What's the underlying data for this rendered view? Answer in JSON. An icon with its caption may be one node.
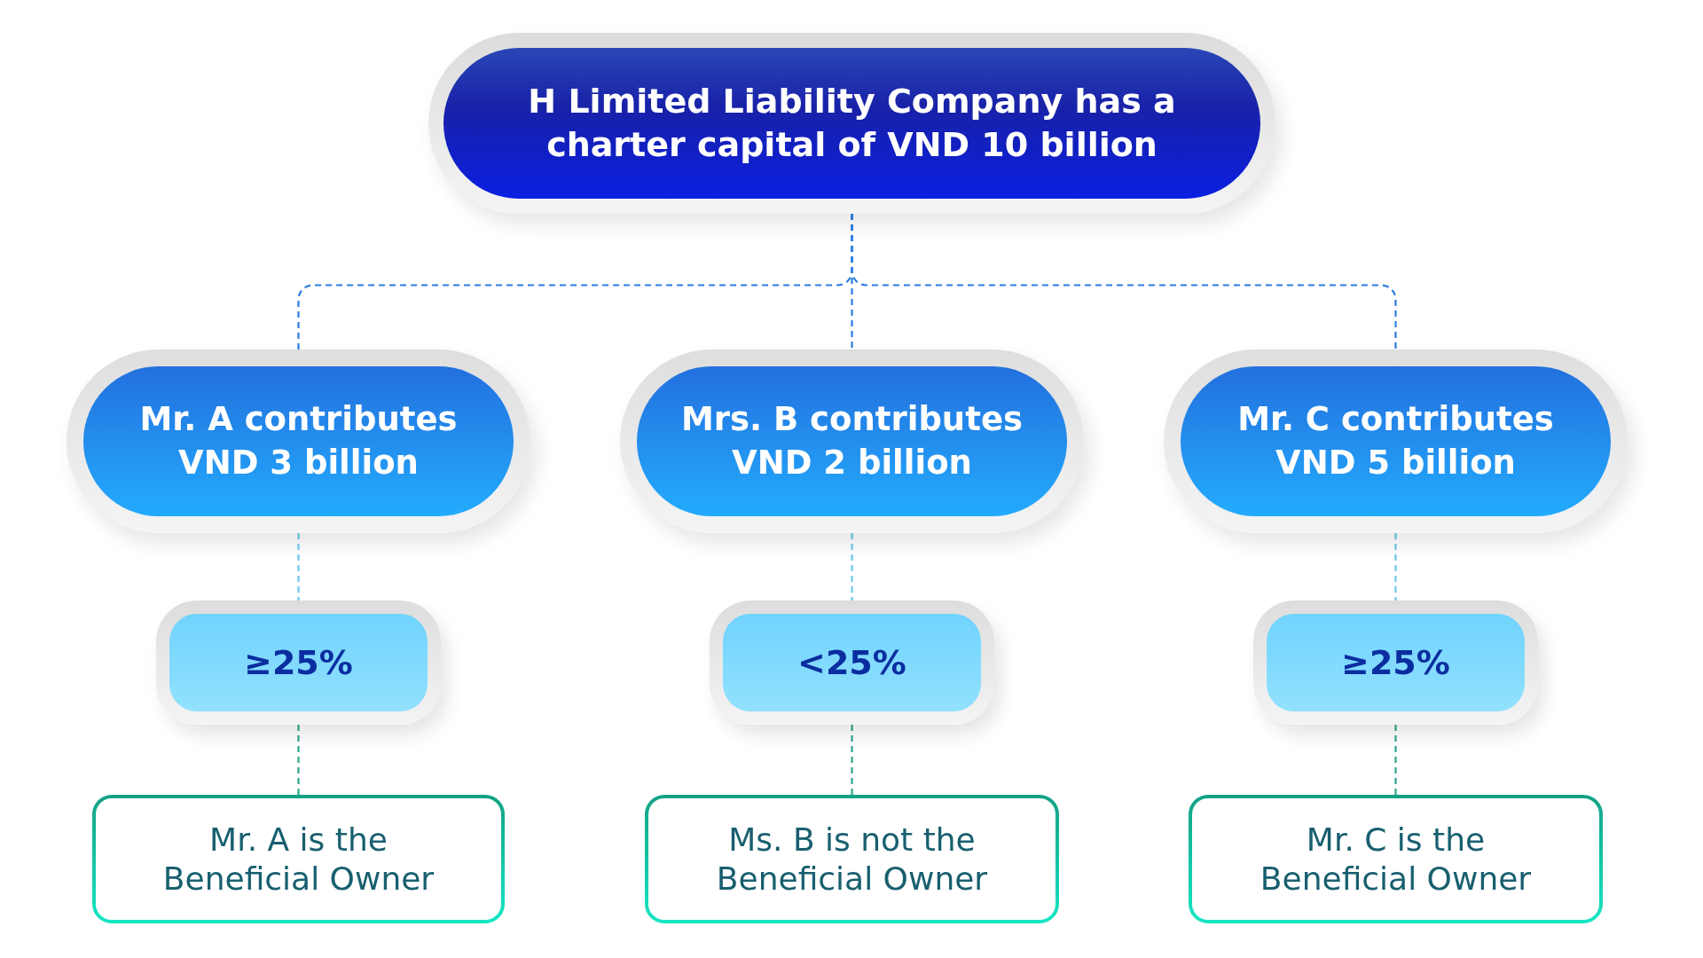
{
  "diagram": {
    "nodes": [
      {
        "text": [
          "H Limited Liability Company has a charter capital of VND 10 billion"
        ]
      },
      {
        "text": [
          "Mr. A contributes VND 3 billion"
        ]
      },
      {
        "text": [
          "Mrs. B contributes VND 2 billion"
        ]
      },
      {
        "text": [
          "Mr. C contributes VND 5 billion"
        ]
      },
      {
        "text": [
          "≥25%"
        ]
      },
      {
        "text": [
          "<25%"
        ]
      },
      {
        "text": [
          "≥25%"
        ]
      },
      {
        "text": [
          "Mr. A is the Beneficial Owner"
        ]
      },
      {
        "text": [
          "Ms. B is not the Beneficial Owner"
        ]
      },
      {
        "text": [
          "Mr. C is the Beneficial Owner"
        ]
      }
    ],
    "edges": [
      {
        "from": 0,
        "to": 1,
        "arrow": "none",
        "style": "dashed",
        "color": "#2b7de0"
      },
      {
        "from": 0,
        "to": 2,
        "arrow": "none",
        "style": "dashed",
        "color": "#2b7de0"
      },
      {
        "from": 0,
        "to": 3,
        "arrow": "none",
        "style": "dashed",
        "color": "#2b7de0"
      },
      {
        "from": 1,
        "to": 4,
        "arrow": "none",
        "style": "dashed",
        "color": "#6cc9ee"
      },
      {
        "from": 2,
        "to": 5,
        "arrow": "none",
        "style": "dashed",
        "color": "#6cc9ee"
      },
      {
        "from": 3,
        "to": 6,
        "arrow": "none",
        "style": "dashed",
        "color": "#6cc9ee"
      },
      {
        "from": 4,
        "to": 7,
        "arrow": "none",
        "style": "dashed",
        "color": "#2fa58c"
      },
      {
        "from": 5,
        "to": 8,
        "arrow": "none",
        "style": "dashed",
        "color": "#2fa58c"
      },
      {
        "from": 6,
        "to": 9,
        "arrow": "none",
        "style": "dashed",
        "color": "#2fa58c"
      }
    ]
  }
}
